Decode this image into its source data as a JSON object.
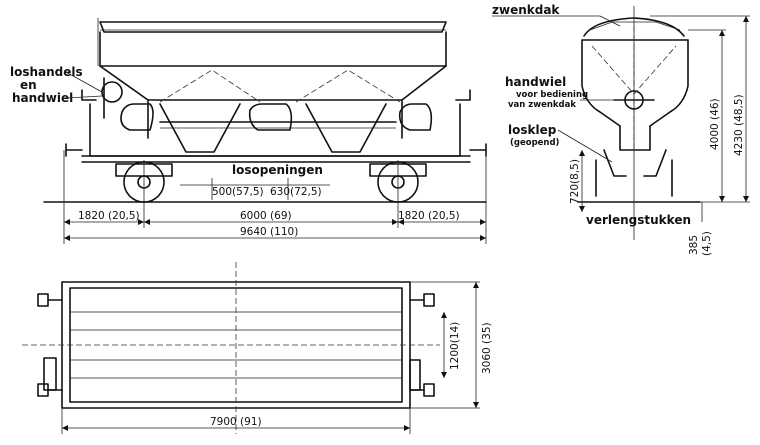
{
  "labels": {
    "loshandels": "loshandels",
    "en": "en",
    "handwiel": "handwiel",
    "losopeningen": "losopeningen",
    "zwenkdak": "zwenkdak",
    "handwiel_right": "handwiel",
    "voor_bediening": "voor bediening",
    "van_zwenkdak": "van zwenkdak",
    "losklep": "losklep",
    "geopend": "(geopend)",
    "verlengstukken": "verlengstukken"
  },
  "dimensions": {
    "opening_500": "500(57,5)",
    "opening_630": "630(72,5)",
    "overhang_left": "1820 (20,5)",
    "wheelbase": "6000 (69)",
    "overhang_right": "1820 (20,5)",
    "total_length": "9640 (110)",
    "height_4000": "4000 (46)",
    "height_4230": "4230 (48,5)",
    "height_720": "720(8,5)",
    "height_385": "385",
    "height_385_sub": "(4,5)",
    "width_1200": "1200(14)",
    "width_3060": "3060 (35)",
    "body_length": "7900 (91)"
  }
}
